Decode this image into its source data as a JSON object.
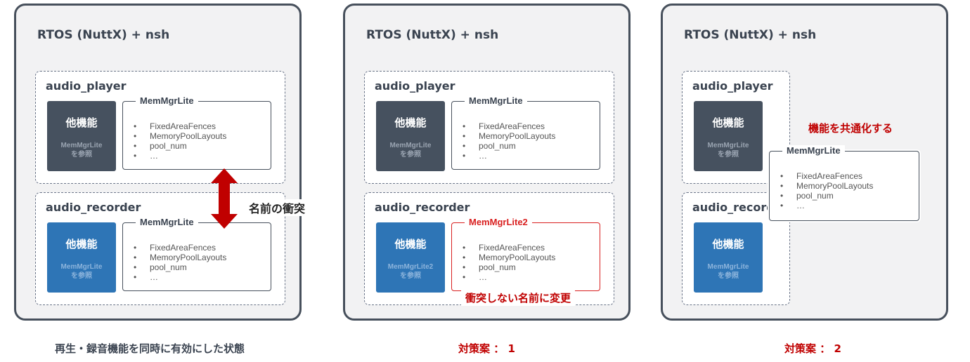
{
  "panels": [
    {
      "title": "RTOS (NuttX) + nsh",
      "apps": [
        {
          "name": "audio_player",
          "func_title": "他機能",
          "func_ref_line1": "MemMgrLite",
          "func_ref_line2": "を参照",
          "mem_title": "MemMgrLite",
          "mem_items": [
            "FixedAreaFences",
            "MemoryPoolLayouts",
            "pool_num",
            "…"
          ]
        },
        {
          "name": "audio_recorder",
          "func_title": "他機能",
          "func_ref_line1": "MemMgrLite",
          "func_ref_line2": "を参照",
          "mem_title": "MemMgrLite",
          "mem_items": [
            "FixedAreaFences",
            "MemoryPoolLayouts",
            "pool_num",
            "…"
          ]
        }
      ],
      "annotation": "名前の衝突",
      "caption": "再生・録音機能を同時に有効にした状態"
    },
    {
      "title": "RTOS (NuttX) + nsh",
      "apps": [
        {
          "name": "audio_player",
          "func_title": "他機能",
          "func_ref_line1": "MemMgrLite",
          "func_ref_line2": "を参照",
          "mem_title": "MemMgrLite",
          "mem_items": [
            "FixedAreaFences",
            "MemoryPoolLayouts",
            "pool_num",
            "…"
          ]
        },
        {
          "name": "audio_recorder",
          "func_title": "他機能",
          "func_ref_line1": "MemMgrLite2",
          "func_ref_line2": "を参照",
          "mem_title": "MemMgrLite2",
          "mem_items": [
            "FixedAreaFences",
            "MemoryPoolLayouts",
            "pool_num",
            "…"
          ]
        }
      ],
      "annotation": "衝突しない名前に変更",
      "caption": "対策案 ： 1"
    },
    {
      "title": "RTOS (NuttX) + nsh",
      "apps": [
        {
          "name": "audio_player",
          "func_title": "他機能",
          "func_ref_line1": "MemMgrLite",
          "func_ref_line2": "を参照"
        },
        {
          "name": "audio_recorder",
          "func_title": "他機能",
          "func_ref_line1": "MemMgrLite",
          "func_ref_line2": "を参照"
        }
      ],
      "shared_title": "MemMgrLite",
      "shared_items": [
        "FixedAreaFences",
        "MemoryPoolLayouts",
        "pool_num",
        "…"
      ],
      "annotation": "機能を共通化する",
      "caption": "対策案 ： 2"
    }
  ],
  "colors": {
    "panel_border": "#47505c",
    "panel_bg": "#f2f2f3",
    "func_dark": "#46515f",
    "func_blue": "#2e75b6",
    "accent_red": "#c00000",
    "highlight_yellow": "#ffc000"
  }
}
